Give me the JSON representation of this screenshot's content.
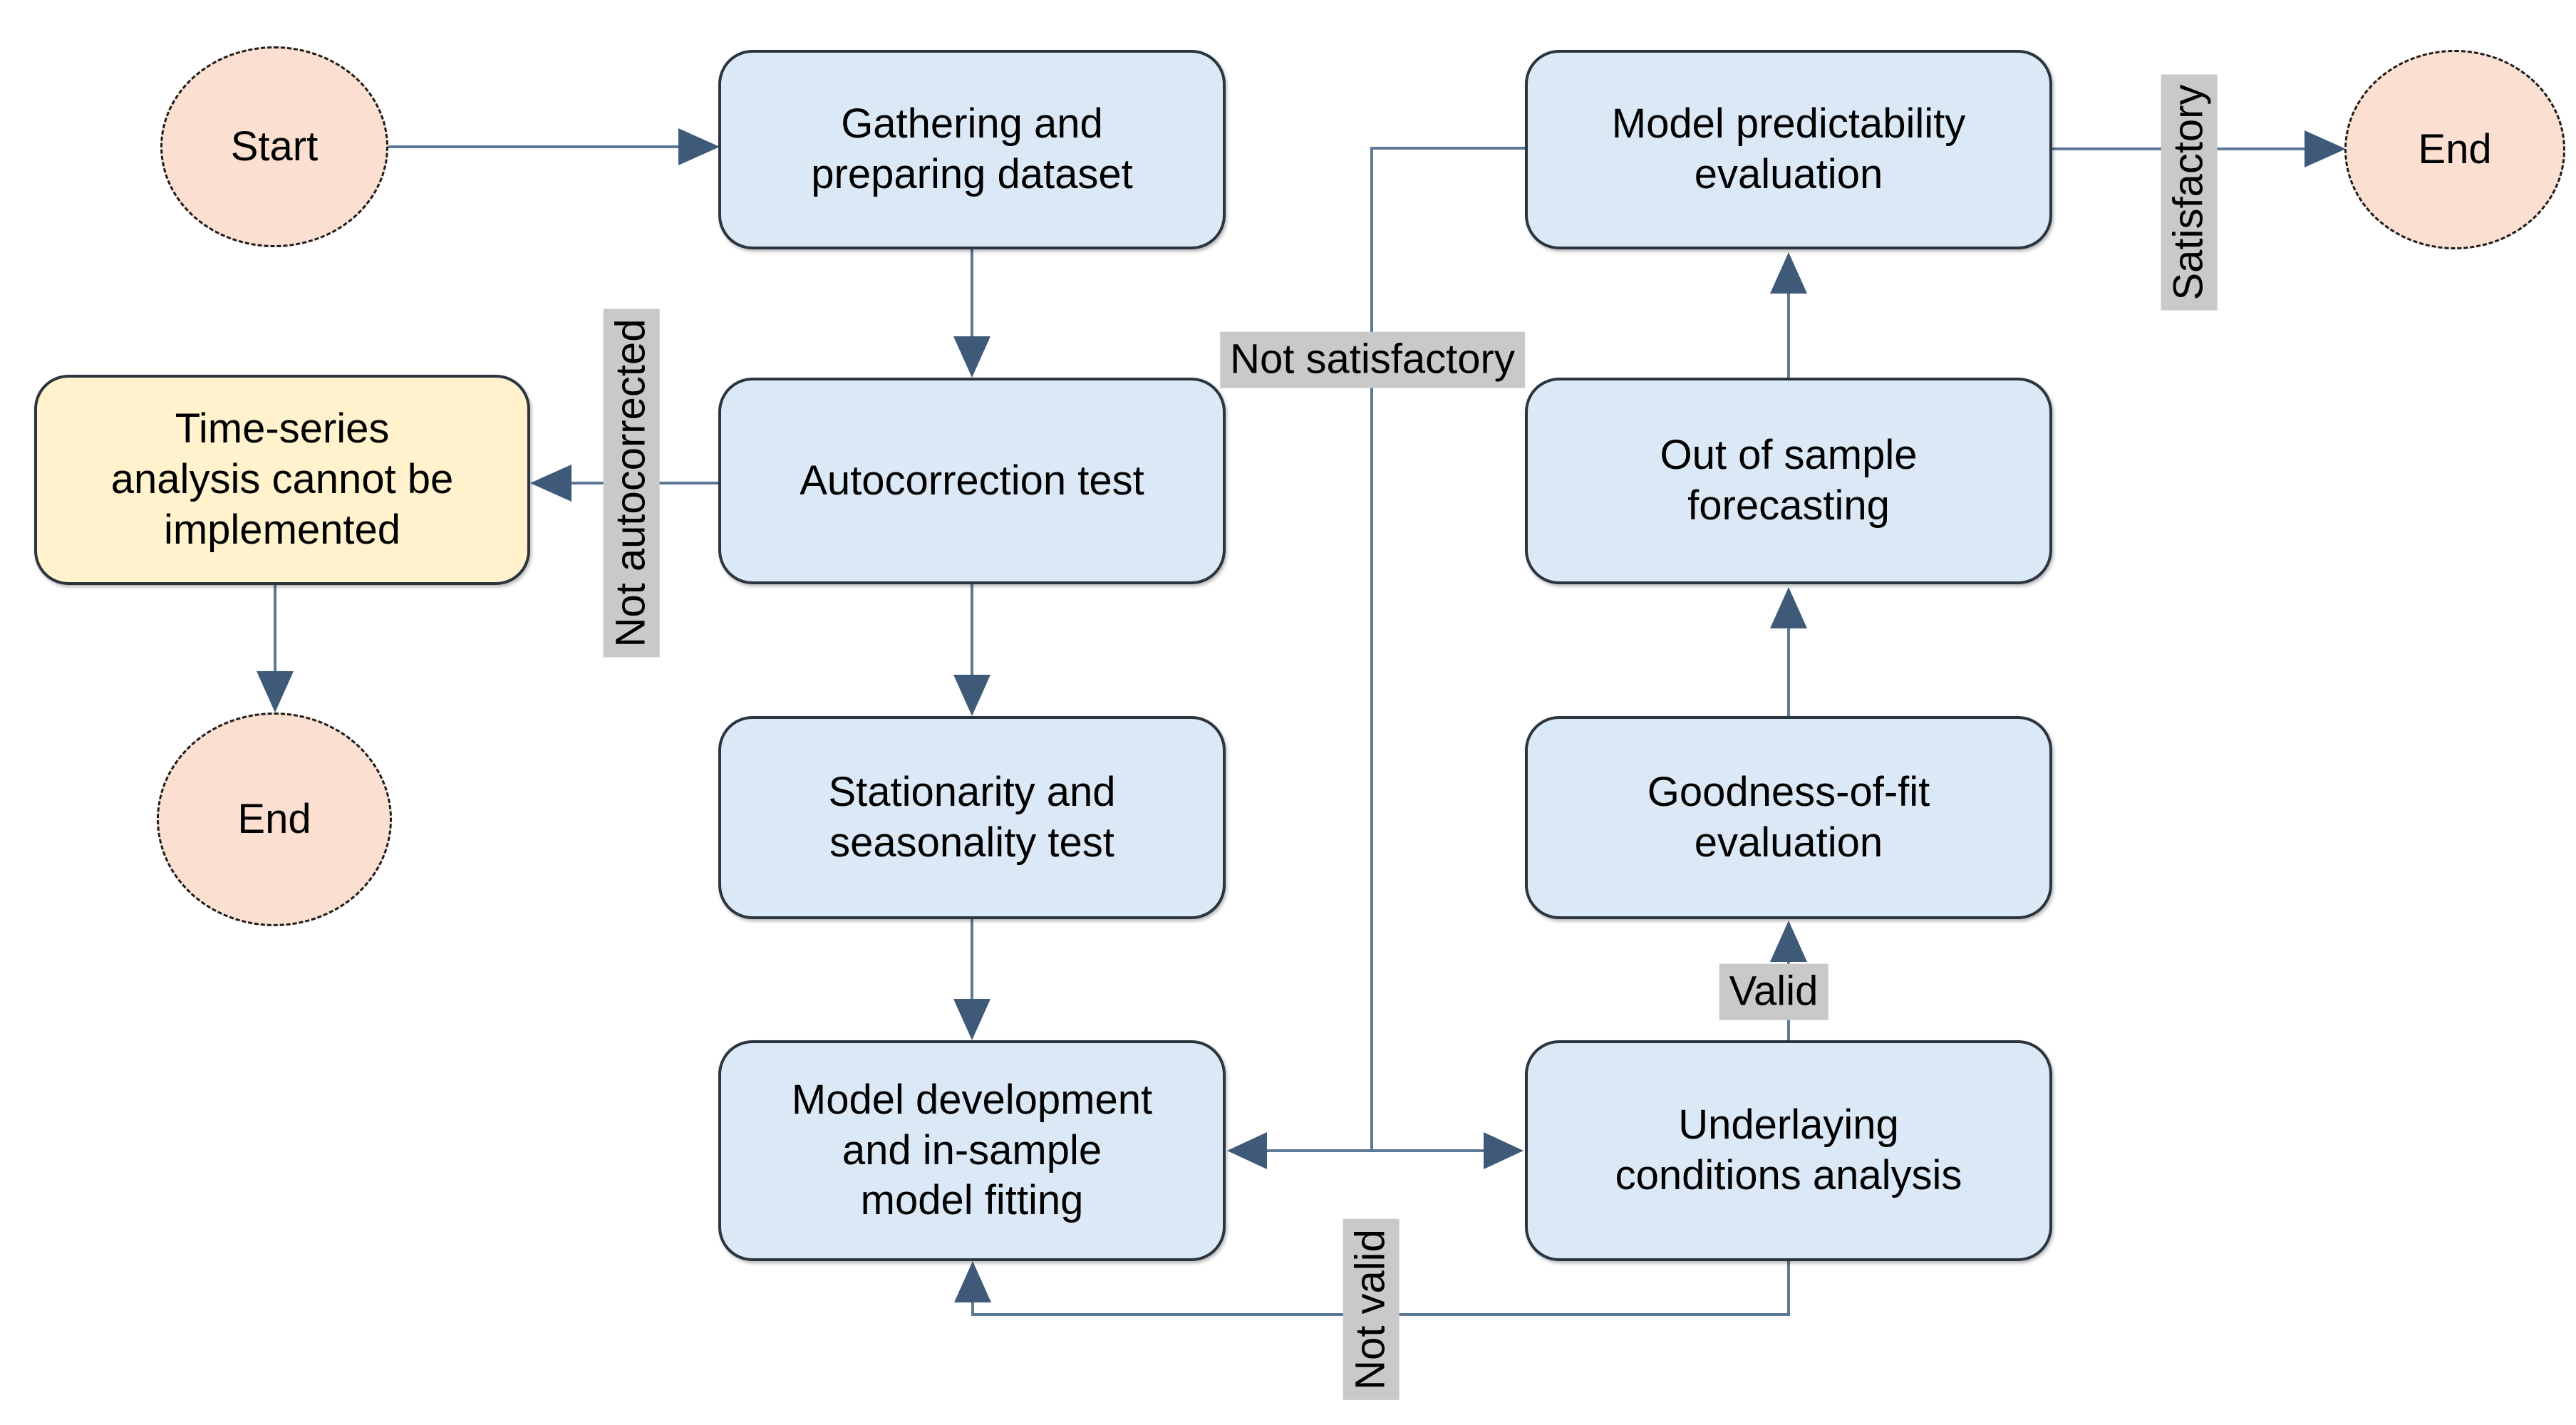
{
  "diagram": {
    "type": "flowchart",
    "colors": {
      "process_fill": "#dbe8f5",
      "terminal_fill": "#fbe0d1",
      "warning_fill": "#fff2cc",
      "edge_label_bg": "#c9c9c9",
      "line": "#5b7995",
      "arrowhead": "#3e5a78",
      "border": "#2b3540",
      "text": "#000000"
    },
    "nodes": {
      "start": {
        "label": "Start"
      },
      "gathering": {
        "label": "Gathering and\npreparing dataset"
      },
      "autocorrection": {
        "label": "Autocorrection test"
      },
      "stationarity": {
        "label": "Stationarity and\nseasonality test"
      },
      "model_development": {
        "label": "Model development\nand in-sample\nmodel fitting"
      },
      "cannot_implement": {
        "label": "Time-series\nanalysis cannot be\nimplemented"
      },
      "end_left": {
        "label": "End"
      },
      "predictability": {
        "label": "Model predictability\nevaluation"
      },
      "out_of_sample": {
        "label": "Out of sample\nforecasting"
      },
      "goodness_of_fit": {
        "label": "Goodness-of-fit\nevaluation"
      },
      "underlaying": {
        "label": "Underlaying\nconditions analysis"
      },
      "end_right": {
        "label": "End"
      }
    },
    "edge_labels": {
      "not_autocorrected": "Not autocorrected",
      "not_satisfactory": "Not satisfactory",
      "satisfactory": "Satisfactory",
      "valid": "Valid",
      "not_valid": "Not valid"
    },
    "edges": [
      {
        "from": "Start",
        "to": "Gathering and preparing dataset"
      },
      {
        "from": "Gathering and preparing dataset",
        "to": "Autocorrection test"
      },
      {
        "from": "Autocorrection test",
        "to": "Time-series analysis cannot be implemented",
        "label": "Not autocorrected"
      },
      {
        "from": "Time-series analysis cannot be implemented",
        "to": "End"
      },
      {
        "from": "Autocorrection test",
        "to": "Stationarity and seasonality test"
      },
      {
        "from": "Stationarity and seasonality test",
        "to": "Model development and in-sample model fitting"
      },
      {
        "from": "Model development and in-sample model fitting",
        "to": "Underlaying conditions analysis",
        "bidirectional": true
      },
      {
        "from": "Underlaying conditions analysis",
        "to": "Goodness-of-fit evaluation",
        "label": "Valid"
      },
      {
        "from": "Goodness-of-fit evaluation",
        "to": "Out of sample forecasting"
      },
      {
        "from": "Out of sample forecasting",
        "to": "Model predictability evaluation"
      },
      {
        "from": "Model predictability evaluation",
        "to": "End",
        "label": "Satisfactory"
      },
      {
        "from": "Model predictability evaluation",
        "to": "model fitting loop",
        "label": "Not satisfactory"
      },
      {
        "from": "Underlaying conditions analysis",
        "to": "Model development and in-sample model fitting",
        "label": "Not valid"
      }
    ]
  }
}
